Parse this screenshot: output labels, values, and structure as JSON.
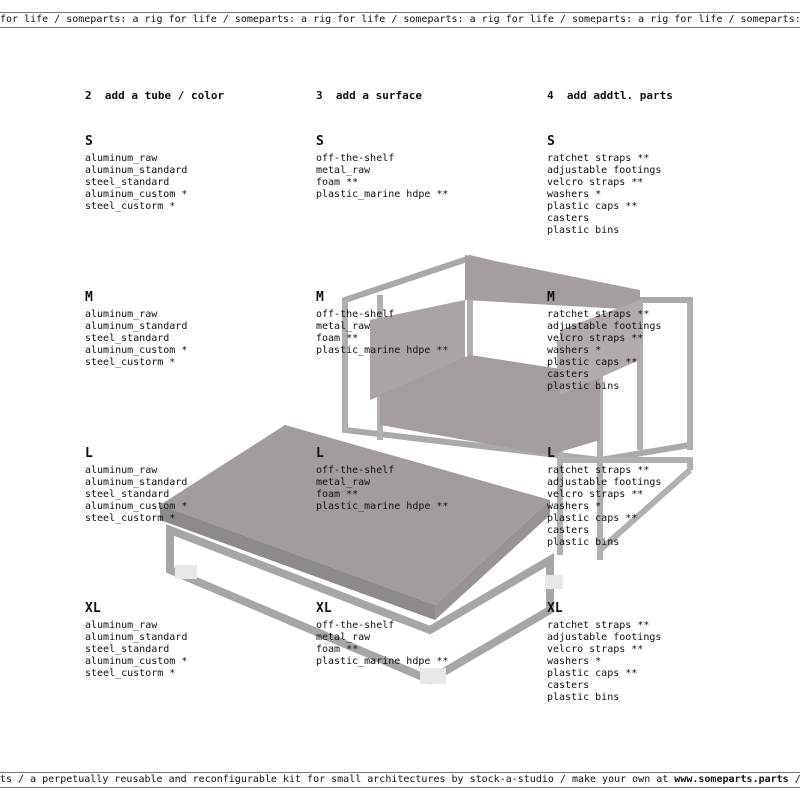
{
  "top_banner": "for life / someparts: a rig for life / someparts: a rig for life / someparts: a rig for life / someparts: a rig for life / someparts: a rig for life / someparts:",
  "bottom_banner": {
    "prefix": "ts / a perpetually reusable and reconfigurable kit for small architectures by stock-a-studio / make your own at ",
    "link": "www.someparts.parts",
    "suffix": " /"
  },
  "columns": [
    {
      "heading": "2  add a tube / color",
      "sizes": [
        {
          "label": "S",
          "items": [
            "aluminum_raw",
            "aluminum_standard",
            "steel_standard",
            "aluminum_custom *",
            "steel_custorm *"
          ]
        },
        {
          "label": "M",
          "items": [
            "aluminum_raw",
            "aluminum_standard",
            "steel_standard",
            "aluminum_custom *",
            "steel_custorm *"
          ]
        },
        {
          "label": "L",
          "items": [
            "aluminum_raw",
            "aluminum_standard",
            "steel_standard",
            "aluminum_custom *",
            "steel_custorm *"
          ]
        },
        {
          "label": "XL",
          "items": [
            "aluminum_raw",
            "aluminum_standard",
            "steel_standard",
            "aluminum_custom *",
            "steel_custorm *"
          ]
        }
      ]
    },
    {
      "heading": "3  add a surface",
      "sizes": [
        {
          "label": "S",
          "items": [
            "off-the-shelf",
            "metal_raw",
            "foam **",
            "plastic_marine hdpe **"
          ]
        },
        {
          "label": "M",
          "items": [
            "off-the-shelf",
            "metal_raw",
            "foam **",
            "plastic_marine hdpe **"
          ]
        },
        {
          "label": "L",
          "items": [
            "off-the-shelf",
            "metal_raw",
            "foam **",
            "plastic_marine hdpe **"
          ]
        },
        {
          "label": "XL",
          "items": [
            "off-the-shelf",
            "metal_raw",
            "foam **",
            "plastic_marine hdpe **"
          ]
        }
      ]
    },
    {
      "heading": "4  add addtl. parts",
      "sizes": [
        {
          "label": "S",
          "items": [
            "ratchet straps **",
            "adjustable footings",
            "velcro straps **",
            "washers *",
            "plastic caps **",
            "casters",
            "plastic bins"
          ]
        },
        {
          "label": "M",
          "items": [
            "ratchet straps **",
            "adjustable footings",
            "velcro straps **",
            "washers *",
            "plastic caps **",
            "casters",
            "plastic bins"
          ]
        },
        {
          "label": "L",
          "items": [
            "ratchet straps **",
            "adjustable footings",
            "velcro straps **",
            "washers *",
            "plastic caps **",
            "casters",
            "plastic bins"
          ]
        },
        {
          "label": "XL",
          "items": [
            "ratchet straps **",
            "adjustable footings",
            "velcro straps **",
            "washers *",
            "plastic caps **",
            "casters",
            "plastic bins"
          ]
        }
      ]
    }
  ]
}
